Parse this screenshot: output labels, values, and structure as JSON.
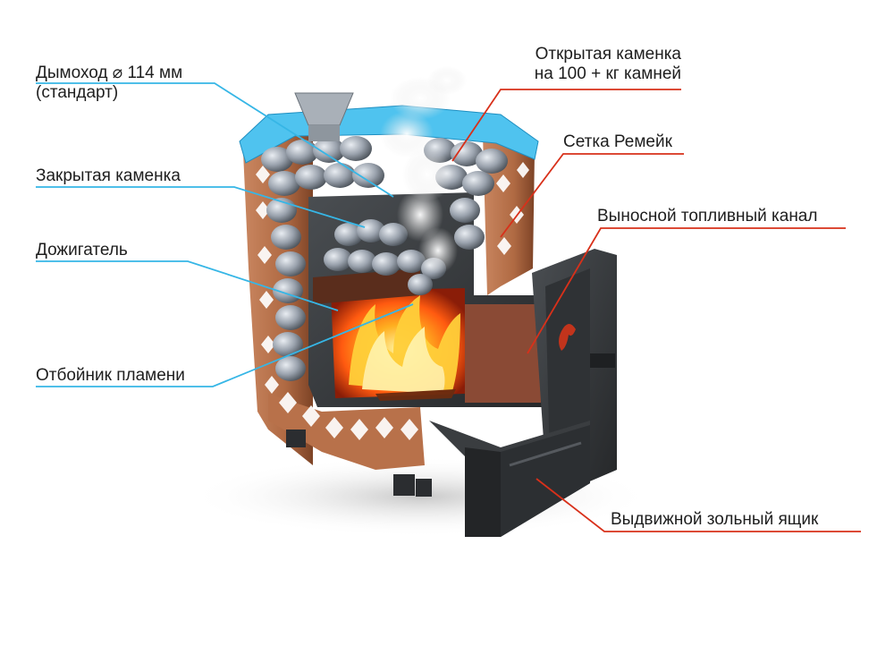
{
  "colors": {
    "blue_leader": "#36b6e6",
    "red_leader": "#d8301a",
    "copper": "#b8714a",
    "copper_dark": "#7a3f22",
    "iron": "#3a3d40",
    "iron_dark": "#232527",
    "stone": "#9ba3ad",
    "fire": "#ff7a10",
    "rim": "#4fc3ef"
  },
  "labels": {
    "chimney": "Дымоход  ⌀ 114 мм",
    "chimney_sub": "(стандарт)",
    "closed_heater": "Закрытая каменка",
    "afterburner": "Дожигатель",
    "flame_deflector": "Отбойник пламени",
    "open_heater": "Открытая каменка",
    "open_heater_sub": "на 100 + кг камней",
    "mesh": "Сетка Ремейк",
    "fuel_channel": "Выносной топливный канал",
    "ash_drawer": "Выдвижной зольный ящик"
  }
}
